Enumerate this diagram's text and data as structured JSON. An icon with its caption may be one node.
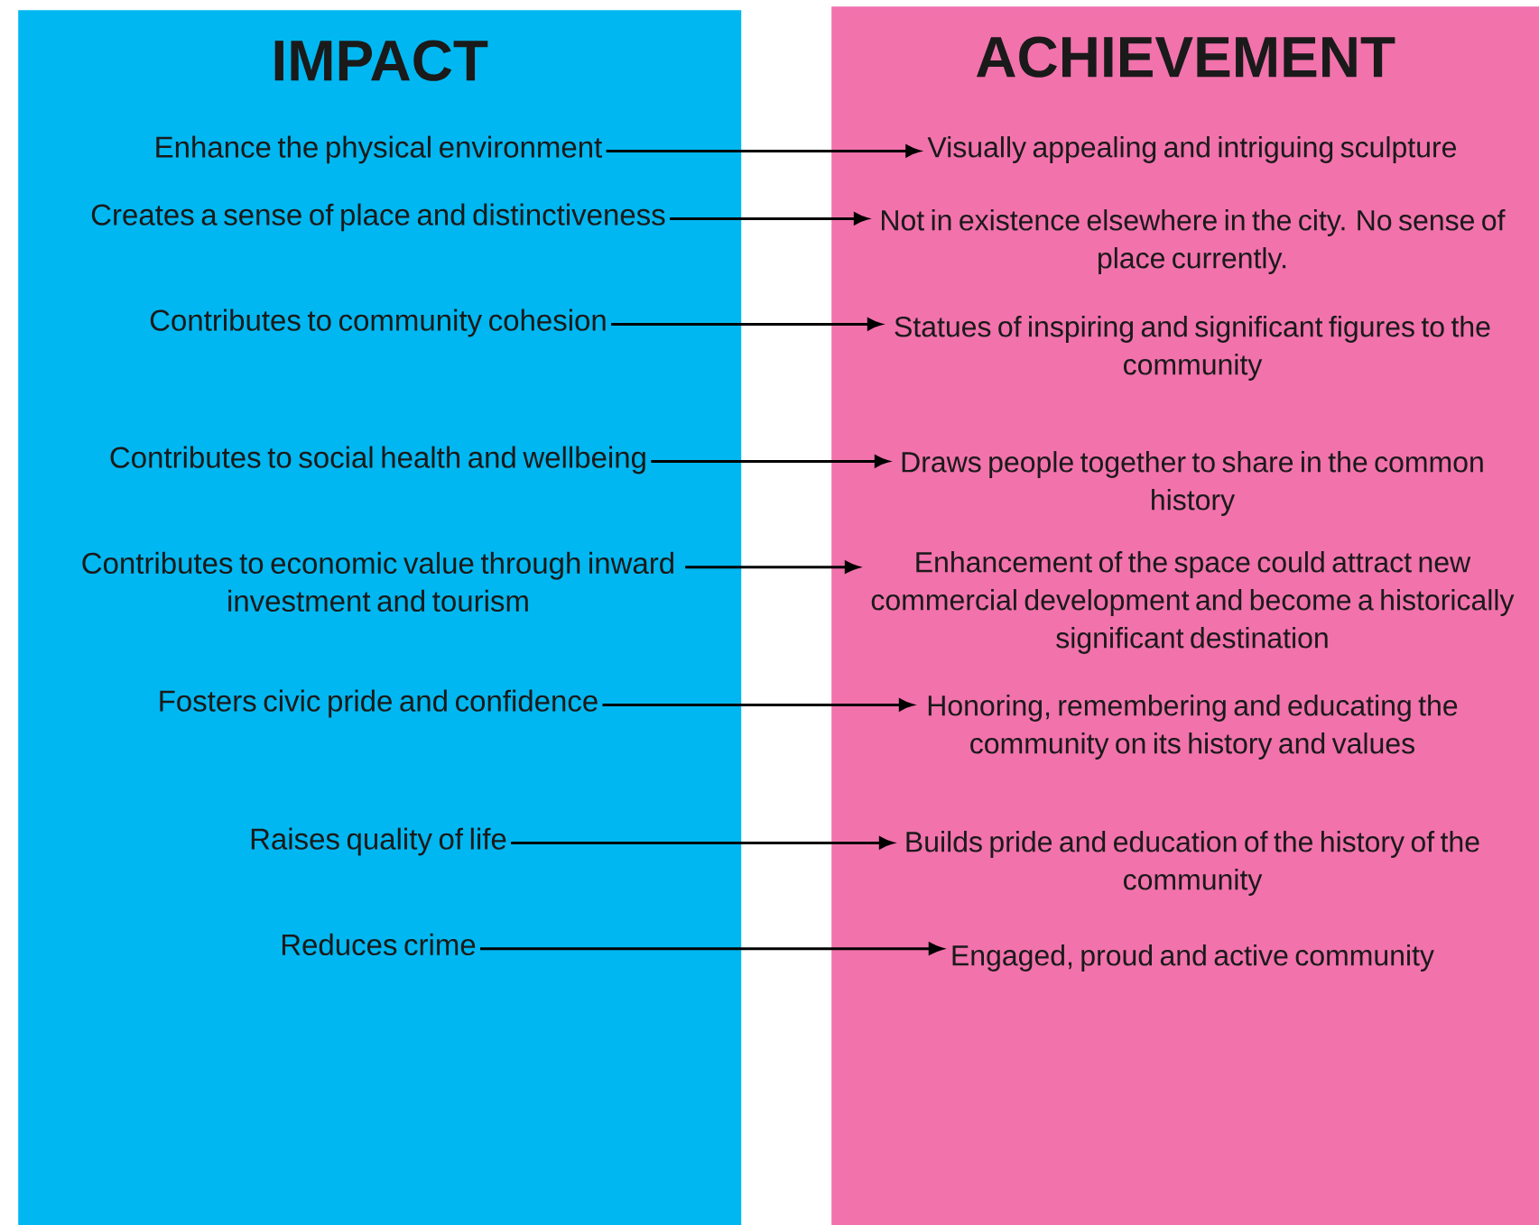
{
  "diagram": {
    "nodes": [
      {
        "text": [
          "IMPACT"
        ]
      },
      {
        "text": [
          "ACHIEVEMENT"
        ]
      },
      {
        "text": [
          "Enhance the physical environment"
        ],
        "in": 0
      },
      {
        "text": [
          "Creates a sense of place and distinctiveness"
        ],
        "in": 0
      },
      {
        "text": [
          "Contributes to community cohesion"
        ],
        "in": 0
      },
      {
        "text": [
          "Contributes to social health and wellbeing"
        ],
        "in": 0
      },
      {
        "text": [
          "Contributes to economic value through inward investment and tourism"
        ],
        "in": 0
      },
      {
        "text": [
          "Fosters civic pride and confidence"
        ],
        "in": 0
      },
      {
        "text": [
          "Raises quality of life"
        ],
        "in": 0
      },
      {
        "text": [
          "Reduces crime"
        ],
        "in": 0
      },
      {
        "text": [
          "Visually appealing and intriguing sculpture"
        ],
        "in": 1
      },
      {
        "text": [
          "Not in existence elsewhere in the city. No sense of place currently."
        ],
        "in": 1
      },
      {
        "text": [
          "Statues of inspiring and significant figures to the community"
        ],
        "in": 1
      },
      {
        "text": [
          "Draws people together to share in the common history"
        ],
        "in": 1
      },
      {
        "text": [
          "Enhancement of the space could attract new commercial development and become a historically significant destination"
        ],
        "in": 1
      },
      {
        "text": [
          "Honoring, remembering and educating the community on its history and values"
        ],
        "in": 1
      },
      {
        "text": [
          "Builds pride and education of the history of the community"
        ],
        "in": 1
      },
      {
        "text": [
          "Engaged, proud and active community"
        ],
        "in": 1
      }
    ],
    "edges": [
      {
        "from": 2,
        "to": 10,
        "arrow": "to"
      },
      {
        "from": 3,
        "to": 11,
        "arrow": "to"
      },
      {
        "from": 4,
        "to": 12,
        "arrow": "to"
      },
      {
        "from": 5,
        "to": 13,
        "arrow": "to"
      },
      {
        "from": 6,
        "to": 14,
        "arrow": "to"
      },
      {
        "from": 7,
        "to": 15,
        "arrow": "to"
      },
      {
        "from": 8,
        "to": 16,
        "arrow": "to"
      },
      {
        "from": 9,
        "to": 17,
        "arrow": "to"
      }
    ]
  }
}
